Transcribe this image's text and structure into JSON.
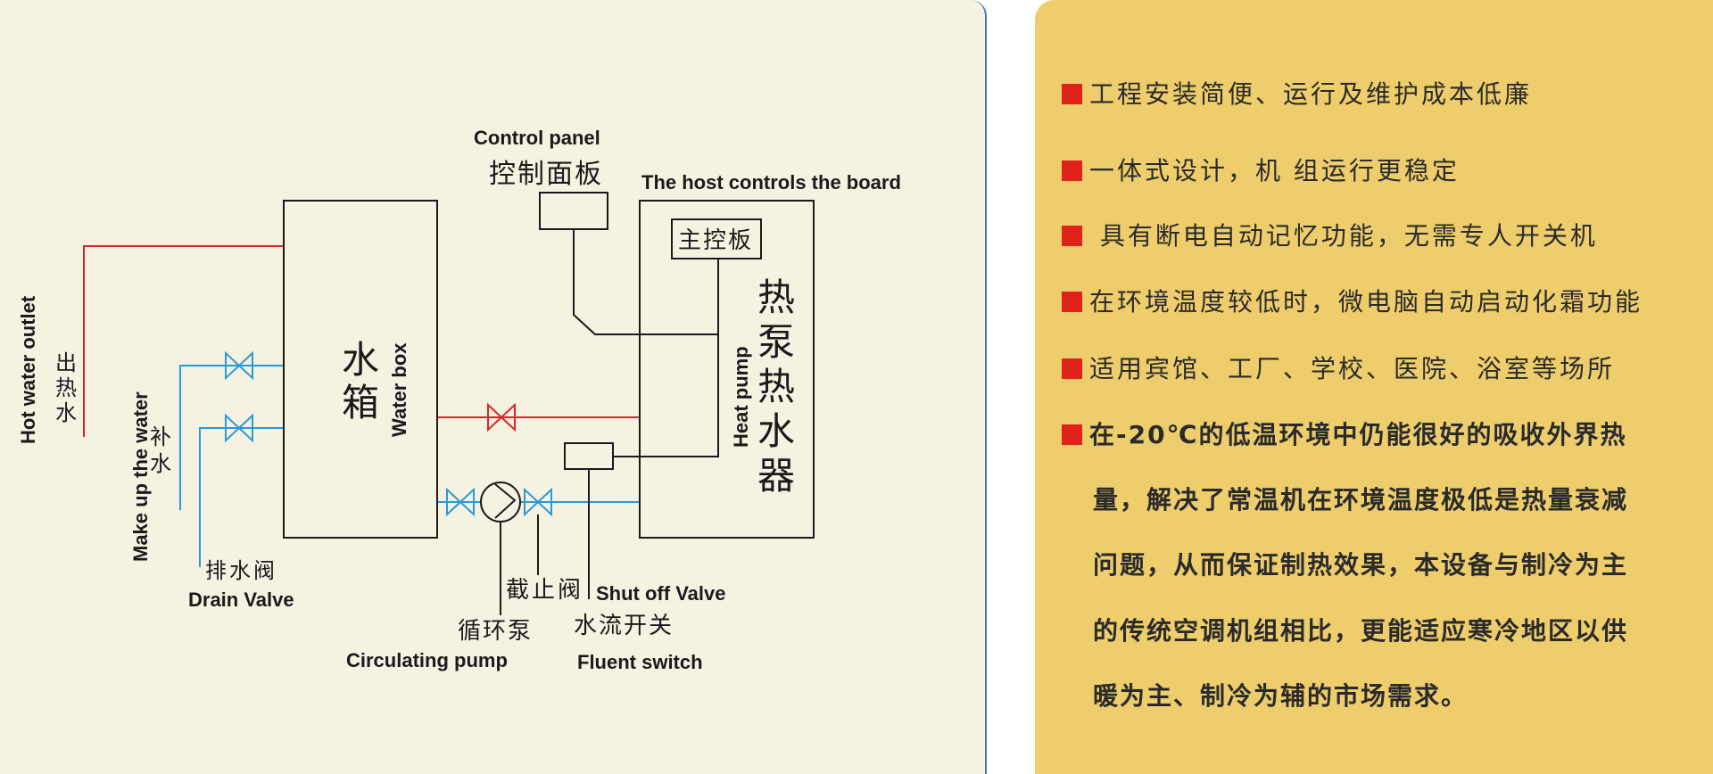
{
  "diagram": {
    "control_panel_en": "Control panel",
    "control_panel_cn": "控制面板",
    "host_board_en": "The host controls the board",
    "main_board_cn": "主控板",
    "water_box_cn_1": "水",
    "water_box_cn_2": "箱",
    "water_box_en": "Water box",
    "heat_pump_cn_1": "热",
    "heat_pump_cn_2": "泵",
    "heat_pump_cn_3": "热",
    "heat_pump_cn_4": "水",
    "heat_pump_cn_5": "器",
    "heat_pump_en": "Heat pump",
    "hot_water_outlet_en": "Hot water outlet",
    "hot_water_outlet_cn_1": "出",
    "hot_water_outlet_cn_2": "热",
    "hot_water_outlet_cn_3": "水",
    "make_up_en": "Make up the water",
    "make_up_cn_1": "补",
    "make_up_cn_2": "水",
    "drain_cn": "排水阀",
    "drain_en": "Drain Valve",
    "shutoff_cn": "截止阀",
    "shutoff_en": "Shut off Valve",
    "pump_cn": "循环泵",
    "pump_en": "Circulating pump",
    "flow_cn": "水流开关",
    "flow_en": "Fluent switch"
  },
  "colors": {
    "hot": "#d8262c",
    "cold": "#2a9ad6",
    "line": "#1a1a1a",
    "marker": "#e0211c"
  },
  "features": [
    "工程安装简便、运行及维护成本低廉",
    "一体式设计，机 组运行更稳定",
    " 具有断电自动记忆功能，无需专人开关机",
    "在环境温度较低时，微电脑自动启动化霜功能",
    "适用宾馆、工厂、学校、医院、浴室等场所",
    "在-20℃的低温环境中仍能很好的吸收外界热"
  ],
  "feature_continuation": [
    "量，解决了常温机在环境温度极低是热量衰减",
    "问题，从而保证制热效果，本设备与制冷为主",
    "的传统空调机组相比，更能适应寒冷地区以供",
    "暖为主、制冷为辅的市场需求。"
  ]
}
